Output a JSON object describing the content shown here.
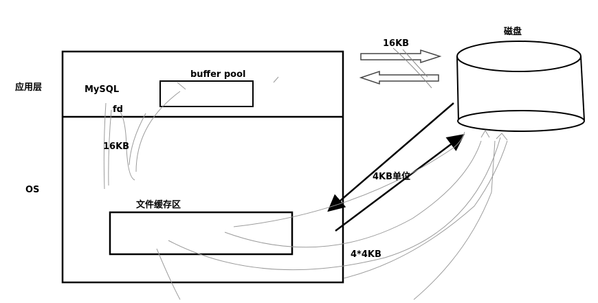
{
  "labels": {
    "app_layer": "应用层",
    "os": "OS",
    "mysql": "MySQL",
    "fd": "fd",
    "buffer_pool": "buffer pool",
    "read_size": "16KB",
    "file_cache": "文件缓存区",
    "disk": "磁盘",
    "transfer_size": "16KB",
    "unit_4kb": "4KB单位",
    "four_by_4kb": "4*4KB"
  },
  "colors": {
    "stroke": "#000000",
    "sketch": "#9a9a9a"
  }
}
